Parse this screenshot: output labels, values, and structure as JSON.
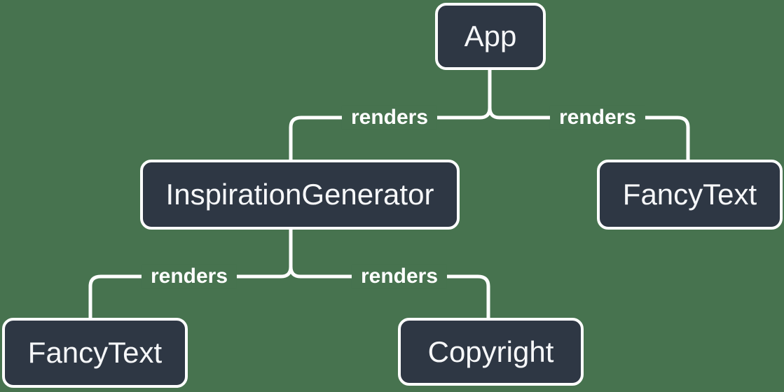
{
  "colors": {
    "background": "#47734F",
    "node_fill": "#2E3744",
    "node_border": "#FFFFFF",
    "line": "#FFFFFF",
    "node_text": "#F6F7F9",
    "label_text": "#FFFFFF"
  },
  "nodes": [
    {
      "id": "app",
      "label": "App"
    },
    {
      "id": "inspiration-generator",
      "label": "InspirationGenerator"
    },
    {
      "id": "fancy-text-top",
      "label": "FancyText"
    },
    {
      "id": "fancy-text-bottom",
      "label": "FancyText"
    },
    {
      "id": "copyright",
      "label": "Copyright"
    }
  ],
  "edges": [
    {
      "from": "App",
      "to": "InspirationGenerator",
      "label": "renders"
    },
    {
      "from": "App",
      "to": "FancyText",
      "label": "renders"
    },
    {
      "from": "InspirationGenerator",
      "to": "FancyText",
      "label": "renders"
    },
    {
      "from": "InspirationGenerator",
      "to": "Copyright",
      "label": "renders"
    }
  ]
}
